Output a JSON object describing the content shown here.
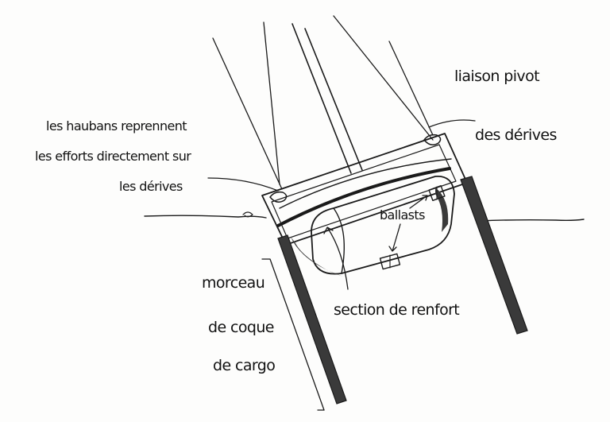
{
  "annotations": {
    "haubans": [
      "les haubans reprennent",
      "les efforts directement sur",
      "les dérives"
    ],
    "liaison": [
      "liaison pivot",
      "des dérives"
    ],
    "ballasts": "ballasts",
    "section": "section de renfort",
    "morceau": [
      "morceau",
      "de coque",
      "de cargo"
    ]
  },
  "colors": {
    "ink": "#1a1a1a",
    "paper": "#fdfdfc",
    "shade": "#3a3a3a"
  }
}
